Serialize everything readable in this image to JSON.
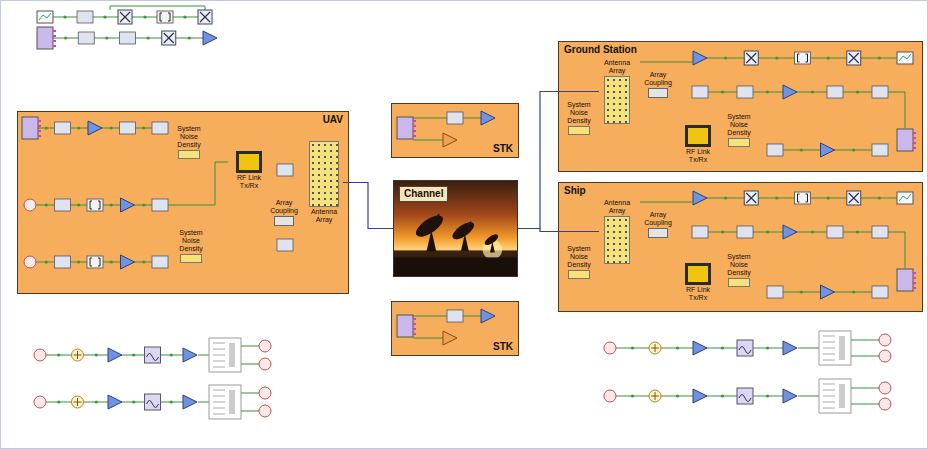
{
  "diagram": {
    "nodes": [
      {
        "text": [
          "UAV"
        ]
      },
      {
        "text": [
          "System Noise Density"
        ],
        "in": 0
      },
      {
        "text": [
          "RF Link Tx/Rx"
        ],
        "in": 0
      },
      {
        "text": [
          "Array Coupling"
        ],
        "in": 0
      },
      {
        "text": [
          "Antenna Array"
        ],
        "in": 0
      },
      {
        "text": [
          "System Noise Density"
        ],
        "in": 0
      },
      {
        "text": [
          "STK"
        ]
      },
      {
        "text": [
          "Channel"
        ]
      },
      {
        "text": [
          "STK"
        ]
      },
      {
        "text": [
          "Ground Station"
        ]
      },
      {
        "text": [
          "Antenna Array"
        ],
        "in": 9
      },
      {
        "text": [
          "Array Coupling"
        ],
        "in": 9
      },
      {
        "text": [
          "System Noise Density"
        ],
        "in": 9
      },
      {
        "text": [
          "RF Link Tx/Rx"
        ],
        "in": 9
      },
      {
        "text": [
          "System Noise Density"
        ],
        "in": 9
      },
      {
        "text": [
          "Ship"
        ]
      },
      {
        "text": [
          "Antenna Array"
        ],
        "in": 15
      },
      {
        "text": [
          "Array Coupling"
        ],
        "in": 15
      },
      {
        "text": [
          "System Noise Density"
        ],
        "in": 15
      },
      {
        "text": [
          "RF Link Tx/Rx"
        ],
        "in": 15
      },
      {
        "text": [
          "System Noise Density"
        ],
        "in": 15
      }
    ],
    "edges": [
      {
        "from": 4,
        "to": 7,
        "arrow": "none"
      },
      {
        "from": 7,
        "to": 10,
        "arrow": "none"
      },
      {
        "from": 7,
        "to": 16,
        "arrow": "none"
      }
    ]
  }
}
